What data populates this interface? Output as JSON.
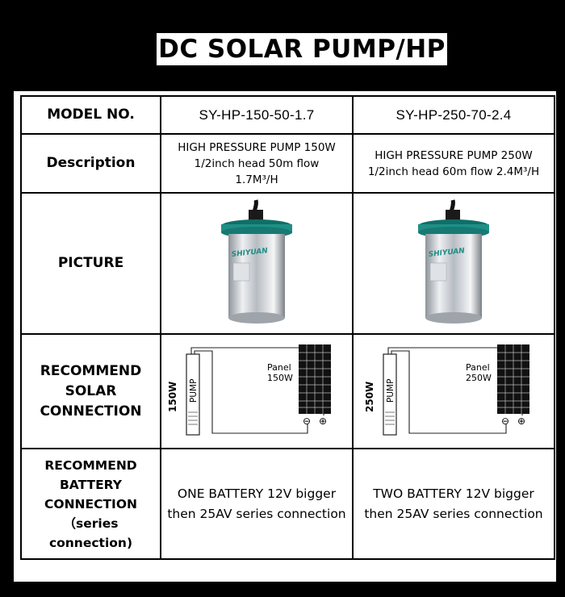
{
  "title": "DC SOLAR PUMP/HP",
  "rows": {
    "model_label": "MODEL NO.",
    "description_label": "Description",
    "picture_label": "PICTURE",
    "solar_label": [
      "RECOMMEND",
      "SOLAR",
      "CONNECTION"
    ],
    "battery_label": [
      "RECOMMEND",
      "BATTERY",
      "CONNECTION",
      "（series",
      "connection)"
    ]
  },
  "models": [
    {
      "model_no": "SY-HP-150-50-1.7",
      "description": [
        "HIGH PRESSURE PUMP 150W",
        "1/2inch head 50m flow",
        "1.7M³/H"
      ],
      "pump_brand": "SHIYUAN",
      "diagram": {
        "watt": "150W",
        "pump": "PUMP",
        "panel": "Panel",
        "panel_watt": "150W",
        "minus": "⊖",
        "plus": "⊕"
      },
      "battery": [
        "ONE BATTERY 12V  bigger",
        "then  25AV series connection"
      ]
    },
    {
      "model_no": "SY-HP-250-70-2.4",
      "description": [
        "HIGH PRESSURE PUMP 250W",
        "1/2inch head 60m flow 2.4M³/H"
      ],
      "pump_brand": "SHIYUAN",
      "diagram": {
        "watt": "250W",
        "pump": "PUMP",
        "panel": "Panel",
        "panel_watt": "250W",
        "minus": "⊖",
        "plus": "⊕"
      },
      "battery": [
        "TWO BATTERY 12V  bigger",
        "then  25AV series connection"
      ]
    }
  ],
  "colors": {
    "pump_cap": "#1f8f86",
    "pump_steel": "#c9ced3",
    "panel": "#111111"
  }
}
